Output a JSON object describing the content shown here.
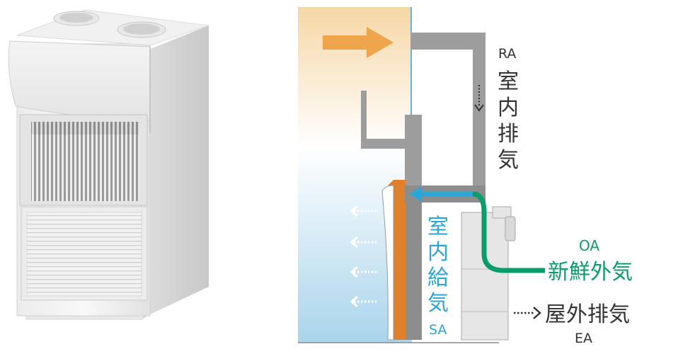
{
  "labels": {
    "ra_code": "RA",
    "ra_text": [
      "室",
      "内",
      "排",
      "気"
    ],
    "sa_text": [
      "室",
      "内",
      "給",
      "気"
    ],
    "sa_code": "SA",
    "oa_code": "OA",
    "oa_text": "新鮮外気",
    "ea_text": "屋外排気",
    "ea_code": "EA"
  },
  "colors": {
    "room_warm": "#f6d7a6",
    "room_cool": "#a9d4ec",
    "arrow_orange": "#eea54c",
    "duct_gray": "#9d9d9d",
    "supply_blue": "#2aa7d6",
    "fresh_green": "#0a9c6c",
    "board_orange": "#e0802b",
    "text_dark": "#333333"
  },
  "icons": {
    "ventilation_unit": "ventilation-unit-illustration",
    "flow_arrow": "flow-arrow-icon"
  }
}
